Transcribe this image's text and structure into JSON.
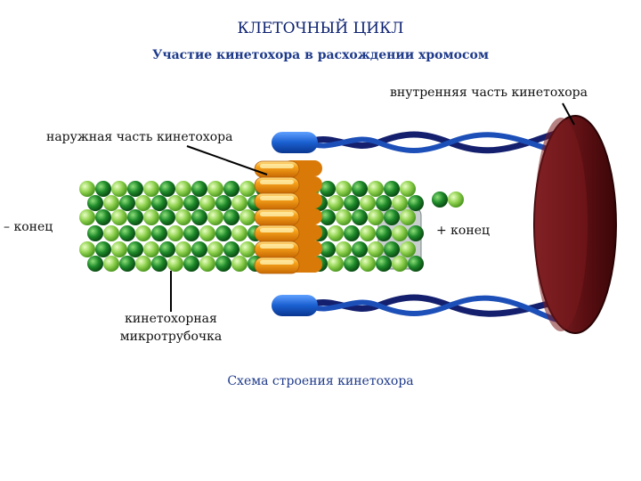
{
  "header": {
    "title": "КЛЕТОЧНЫЙ ЦИКЛ",
    "subtitle": "Участие кинетохора в расхождении хромосом"
  },
  "labels": {
    "inner_kinetochore": "внутренняя часть кинетохора",
    "outer_kinetochore": "наружная часть кинетохора",
    "minus_end": "– конец",
    "plus_end": "+ конец",
    "microtubule_line1": "кинетохорная",
    "microtubule_line2": "микротрубочка"
  },
  "caption": "Схема строения кинетохора",
  "colors": {
    "title": "#0a1f6e",
    "subtitle": "#1e3a8a",
    "microtubule_light": "#8fd14f",
    "microtubule_dark": "#1f8a2a",
    "ring_orange": "#f29a12",
    "ring_highlight": "#ffd070",
    "ndc80_blue": "#1a5fd0",
    "twist_navy": "#14206e",
    "plate_maroon": "#5c0f12"
  }
}
